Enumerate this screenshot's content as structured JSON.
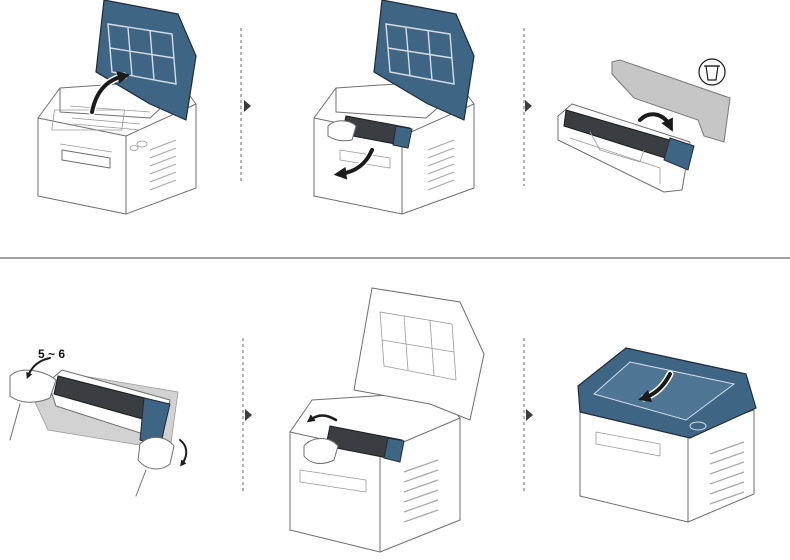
{
  "colors": {
    "accent": "#3f6585",
    "line": "#6f6f6f",
    "divider": "#444444"
  },
  "panels": [
    {
      "name": "open-top-cover"
    },
    {
      "name": "remove-toner-cartridge"
    },
    {
      "name": "unpack-new-cartridge"
    },
    {
      "name": "shake-cartridge",
      "label": "5 ~ 6"
    },
    {
      "name": "insert-cartridge"
    },
    {
      "name": "close-top-cover"
    }
  ],
  "icons": {
    "recycle": "recycle-bin-icon",
    "step": "step-triangle-icon"
  }
}
